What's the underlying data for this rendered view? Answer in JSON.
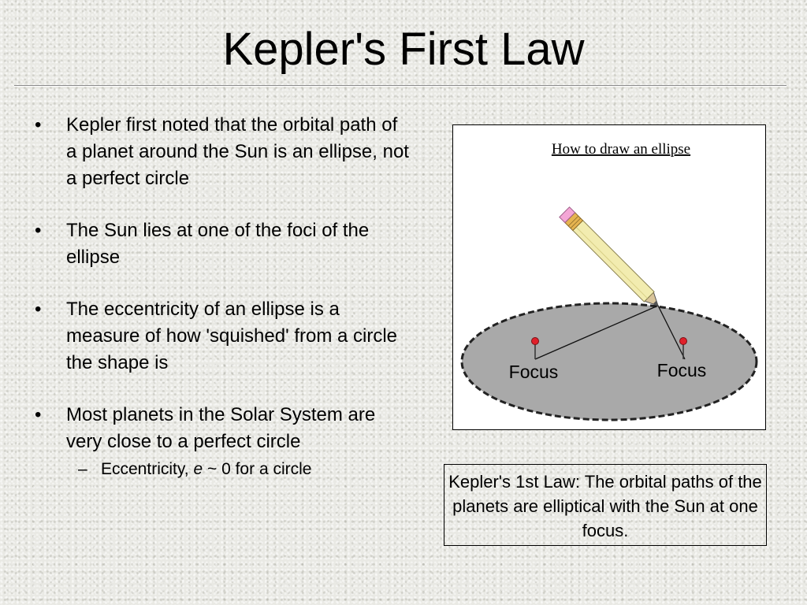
{
  "slide": {
    "title": "Kepler's First Law"
  },
  "bullets": [
    {
      "text": "Kepler first noted that the orbital path of a planet around the Sun is an ellipse, not a perfect circle"
    },
    {
      "text": "The Sun lies at one of the foci of the ellipse"
    },
    {
      "text": "The eccentricity of an ellipse is a measure of how 'squished' from a circle the shape is"
    },
    {
      "text": "Most planets in the Solar System are very close to a perfect circle"
    }
  ],
  "sub_bullet": {
    "prefix": "Eccentricity, ",
    "symbol": "e",
    "suffix": " ~ 0 for a circle"
  },
  "diagram": {
    "heading": "How to draw an ellipse",
    "focus_left_label": "Focus",
    "focus_right_label": "Focus"
  },
  "caption": {
    "text": "Kepler's 1st Law: The orbital paths of the planets are elliptical with the Sun at one focus."
  },
  "glyphs": {
    "bullet": "•",
    "dash": "–"
  },
  "colors": {
    "ellipse_fill": "#a9a9a9",
    "pin_head": "#e0202a",
    "pencil_body": "#f2ecb0",
    "eraser": "#f4a6d6"
  }
}
